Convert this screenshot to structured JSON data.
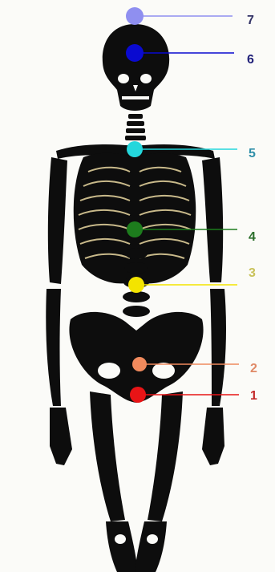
{
  "points": [
    {
      "label": "1",
      "color": "#e81416"
    },
    {
      "label": "2",
      "color": "#f08a5d"
    },
    {
      "label": "3",
      "color": "#f3e400"
    },
    {
      "label": "4",
      "color": "#1d7c1d"
    },
    {
      "label": "5",
      "color": "#24d7dc"
    },
    {
      "label": "6",
      "color": "#0a0ad0"
    },
    {
      "label": "7",
      "color": "#8f8ff0"
    }
  ],
  "label_colors": {
    "1": "#c32a2a",
    "2": "#e08a67",
    "3": "#c9c25a",
    "4": "#2b6e2b",
    "5": "#2f8fa9",
    "6": "#22227a",
    "7": "#333366"
  },
  "skeleton_color": "#0d0d0d",
  "bone_highlight_color": "#c8b98a"
}
